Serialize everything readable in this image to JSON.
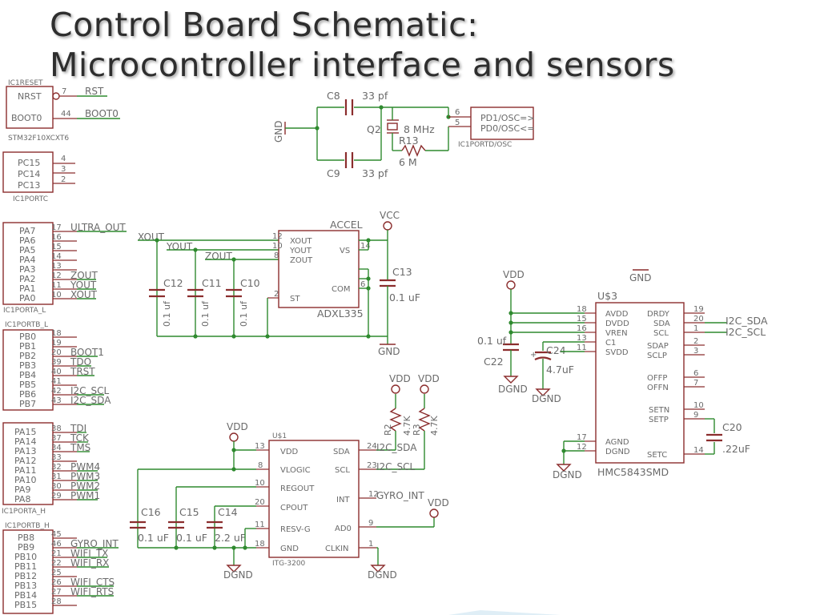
{
  "title": {
    "line1": "Control Board Schematic:",
    "line2": "Microcontroller interface and sensors"
  },
  "colors": {
    "symbol": "#8b2d2d",
    "wire": "#2f8a2f",
    "text": "#6a6a6a",
    "title": "#2e2e2e"
  },
  "stm": {
    "reset": {
      "ref": "IC1RESET",
      "part": "STM32F10XCXT6",
      "pins": [
        {
          "name": "NRST",
          "num": "7",
          "net": "RST"
        },
        {
          "name": "BOOT0",
          "num": "44",
          "net": "BOOT0"
        }
      ]
    },
    "portc": {
      "ref": "IC1PORTC",
      "pins": [
        {
          "name": "PC15",
          "num": "4",
          "net": ""
        },
        {
          "name": "PC14",
          "num": "3",
          "net": ""
        },
        {
          "name": "PC13",
          "num": "2",
          "net": ""
        }
      ]
    },
    "porta_l": {
      "ref": "IC1PORTA_L",
      "pins": [
        {
          "name": "PA7",
          "num": "17",
          "net": "ULTRA_OUT"
        },
        {
          "name": "PA6",
          "num": "16",
          "net": ""
        },
        {
          "name": "PA5",
          "num": "15",
          "net": ""
        },
        {
          "name": "PA4",
          "num": "14",
          "net": ""
        },
        {
          "name": "PA3",
          "num": "13",
          "net": ""
        },
        {
          "name": "PA2",
          "num": "12",
          "net": "ZOUT"
        },
        {
          "name": "PA1",
          "num": "11",
          "net": "YOUT"
        },
        {
          "name": "PA0",
          "num": "10",
          "net": "XOUT"
        }
      ]
    },
    "portb_l": {
      "ref": "IC1PORTB_L",
      "pins": [
        {
          "name": "PB0",
          "num": "18",
          "net": ""
        },
        {
          "name": "PB1",
          "num": "19",
          "net": ""
        },
        {
          "name": "PB2",
          "num": "20",
          "net": "BOOT1"
        },
        {
          "name": "PB3",
          "num": "39",
          "net": "TDO"
        },
        {
          "name": "PB4",
          "num": "40",
          "net": "TRST"
        },
        {
          "name": "PB5",
          "num": "41",
          "net": ""
        },
        {
          "name": "PB6",
          "num": "42",
          "net": "I2C_SCL"
        },
        {
          "name": "PB7",
          "num": "43",
          "net": "I2C_SDA"
        }
      ]
    },
    "porta_h": {
      "ref": "IC1PORTA_H",
      "pins": [
        {
          "name": "PA15",
          "num": "38",
          "net": "TDI"
        },
        {
          "name": "PA14",
          "num": "37",
          "net": "TCK"
        },
        {
          "name": "PA13",
          "num": "34",
          "net": "TMS"
        },
        {
          "name": "PA12",
          "num": "33",
          "net": ""
        },
        {
          "name": "PA11",
          "num": "32",
          "net": "PWM4"
        },
        {
          "name": "PA10",
          "num": "31",
          "net": "PWM3"
        },
        {
          "name": "PA9",
          "num": "30",
          "net": "PWM2"
        },
        {
          "name": "PA8",
          "num": "29",
          "net": "PWM1"
        }
      ]
    },
    "portb_h": {
      "ref": "IC1PORTB_H",
      "pins": [
        {
          "name": "PB8",
          "num": "45",
          "net": ""
        },
        {
          "name": "PB9",
          "num": "46",
          "net": "GYRO_INT"
        },
        {
          "name": "PB10",
          "num": "21",
          "net": "WIFI_TX"
        },
        {
          "name": "PB11",
          "num": "22",
          "net": "WIFI_RX"
        },
        {
          "name": "PB12",
          "num": "25",
          "net": ""
        },
        {
          "name": "PB13",
          "num": "26",
          "net": "WIFI_CTS"
        },
        {
          "name": "PB14",
          "num": "27",
          "net": "WIFI_RTS"
        },
        {
          "name": "PB15",
          "num": "28",
          "net": ""
        }
      ]
    }
  },
  "osc": {
    "ref": "IC1PORTD/OSC",
    "c8": {
      "ref": "C8",
      "value": "33 pf"
    },
    "c9": {
      "ref": "C9",
      "value": "33 pf"
    },
    "q2": {
      "ref": "Q2",
      "value": "8 MHz"
    },
    "r13": {
      "ref": "R13",
      "value": "6 M"
    },
    "gnd": "GND",
    "pins": [
      {
        "num": "6",
        "name": "PD1/OSC=>"
      },
      {
        "num": "5",
        "name": "PD0/OSC<="
      }
    ]
  },
  "accel": {
    "ref": "ACCEL",
    "part": "ADXL335",
    "vcc": "VCC",
    "gnd": "GND",
    "nets": {
      "x": "XOUT",
      "y": "YOUT",
      "z": "ZOUT"
    },
    "pins": {
      "xout": {
        "name": "XOUT",
        "num": "12"
      },
      "yout": {
        "name": "YOUT",
        "num": "10"
      },
      "zout": {
        "name": "ZOUT",
        "num": "8"
      },
      "st": {
        "name": "ST",
        "num": "2"
      },
      "vs": {
        "name": "VS",
        "num": "14"
      },
      "com": {
        "name": "COM",
        "num": "6"
      }
    },
    "c10": {
      "ref": "C10",
      "value": "0.1 uf"
    },
    "c11": {
      "ref": "C11",
      "value": "0.1 uf"
    },
    "c12": {
      "ref": "C12",
      "value": "0.1 uf"
    },
    "c13": {
      "ref": "C13",
      "value": "0.1 uF"
    }
  },
  "gyro": {
    "ref": "U$1",
    "part": "ITG-3200",
    "vdd": "VDD",
    "vdd2": "VDD",
    "dgnd": "DGND",
    "dgnd2": "DGND",
    "pins_left": [
      {
        "name": "VDD",
        "num": "13"
      },
      {
        "name": "VLOGIC",
        "num": "8"
      },
      {
        "name": "REGOUT",
        "num": "10"
      },
      {
        "name": "CPOUT",
        "num": "20"
      },
      {
        "name": "RESV-G",
        "num": "11"
      },
      {
        "name": "GND",
        "num": "18"
      }
    ],
    "pins_right": [
      {
        "name": "SDA",
        "num": "24",
        "net": "I2C_SDA"
      },
      {
        "name": "SCL",
        "num": "23",
        "net": "I2C_SCL"
      },
      {
        "name": "INT",
        "num": "12",
        "net": "GYRO_INT"
      },
      {
        "name": "AD0",
        "num": "9",
        "net": ""
      },
      {
        "name": "CLKIN",
        "num": "1",
        "net": ""
      }
    ],
    "c14": {
      "ref": "C14",
      "value": "2.2 uF"
    },
    "c15": {
      "ref": "C15",
      "value": "0.1 uF"
    },
    "c16": {
      "ref": "C16",
      "value": "0.1 uF"
    },
    "r2": {
      "ref": "R2",
      "value": "4.7K"
    },
    "r3": {
      "ref": "R3",
      "value": "4.7K"
    },
    "r2_vdd": "VDD",
    "r3_vdd": "VDD"
  },
  "mag": {
    "ref": "U$3",
    "part": "HMC5843SMD",
    "vdd": "VDD",
    "gnd": "GND",
    "dgnd1": "DGND",
    "dgnd2": "DGND",
    "dgnd3": "DGND",
    "pins_left": [
      {
        "name": "AVDD",
        "num": "18"
      },
      {
        "name": "DVDD",
        "num": "15"
      },
      {
        "name": "VREN",
        "num": "16"
      },
      {
        "name": "C1",
        "num": "13"
      },
      {
        "name": "SVDD",
        "num": "11"
      },
      {
        "name": "AGND",
        "num": "17"
      },
      {
        "name": "DGND",
        "num": "12"
      }
    ],
    "pins_right": [
      {
        "name": "DRDY",
        "num": "19",
        "net": ""
      },
      {
        "name": "SDA",
        "num": "20",
        "net": "I2C_SDA"
      },
      {
        "name": "SCL",
        "num": "1",
        "net": "I2C_SCL"
      },
      {
        "name": "SDAP",
        "num": "2",
        "net": ""
      },
      {
        "name": "SCLP",
        "num": "3",
        "net": ""
      },
      {
        "name": "OFFP",
        "num": "6",
        "net": ""
      },
      {
        "name": "OFFN",
        "num": "7",
        "net": ""
      },
      {
        "name": "SETN",
        "num": "10",
        "net": ""
      },
      {
        "name": "SETP",
        "num": "9",
        "net": ""
      },
      {
        "name": "SETC",
        "num": "14",
        "net": ""
      }
    ],
    "c20": {
      "ref": "C20",
      "value": ".22uF"
    },
    "c22": {
      "ref": "C22",
      "value": "0.1 uf"
    },
    "c24": {
      "ref": "C24",
      "value": "4.7uF"
    }
  }
}
